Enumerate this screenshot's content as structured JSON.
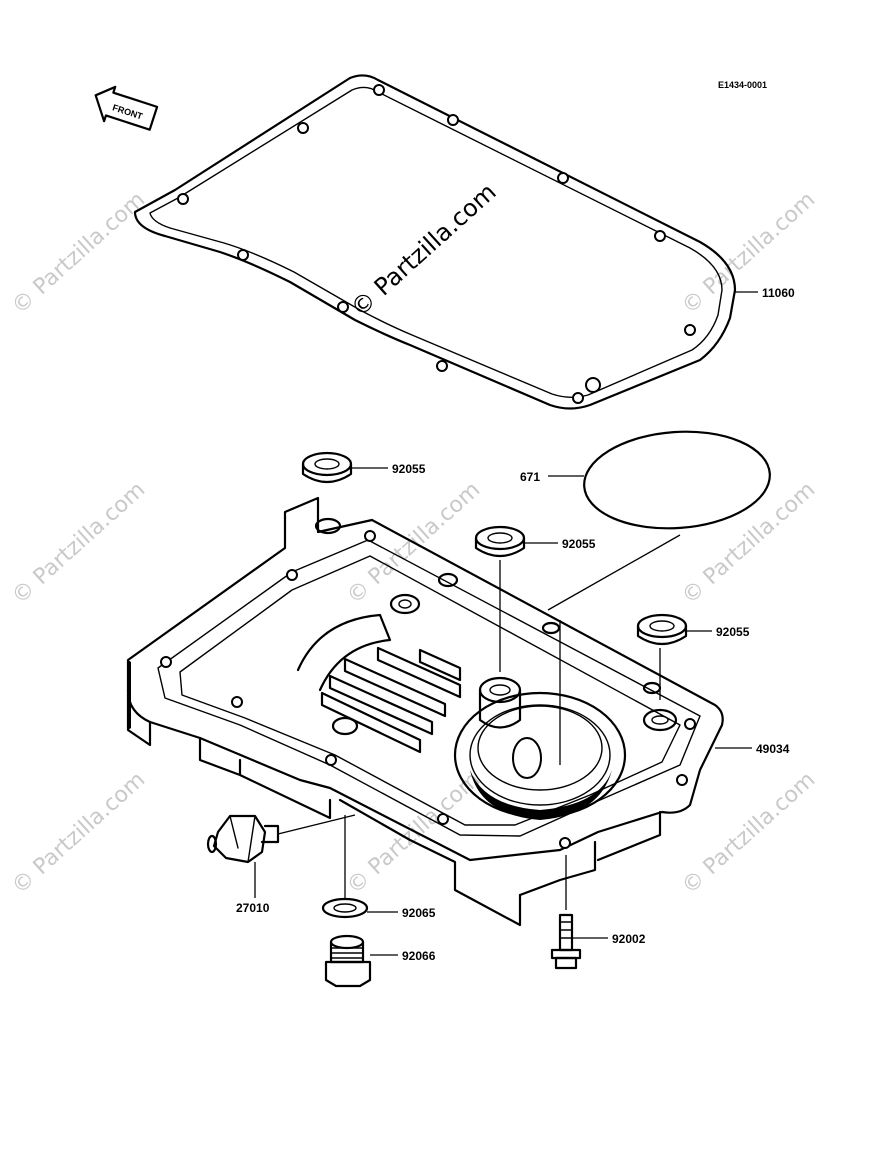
{
  "diagram_code": "E1434-0001",
  "front_label": "FRONT",
  "watermark": "© Partzilla.com",
  "parts": {
    "gasket": "11060",
    "o_ring": "671",
    "washer_top_left": "92055",
    "washer_mid": "92055",
    "washer_right": "92055",
    "oil_pan": "49034",
    "switch": "27010",
    "drain_washer": "92065",
    "drain_plug": "92066",
    "bolt": "92002"
  }
}
